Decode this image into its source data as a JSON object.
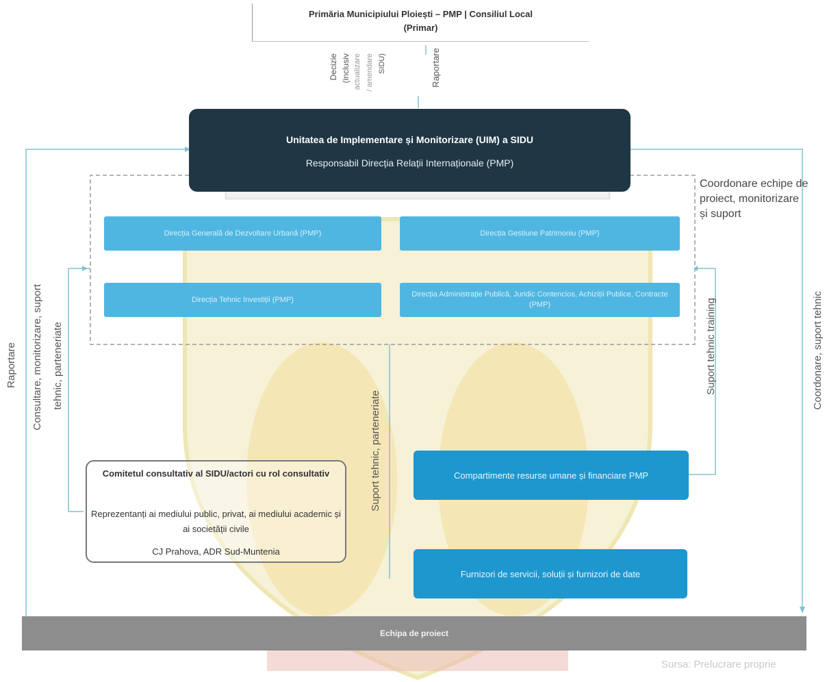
{
  "top": {
    "title_line1": "Primăria Municipiului Ploiești – PMP | Consiliul Local",
    "title_line2": "(Primar)"
  },
  "arrows": {
    "decizie": [
      "Decizie",
      "(inclusiv",
      "actualizare",
      "/ amendare",
      "SIDU)"
    ],
    "raportare_top": "Raportare",
    "raportare_left": "Raportare",
    "consultare_line1": "Consultare, monitorizare, suport",
    "consultare_line2": "tehnic, parteneriate",
    "suport_parteneriate": "Suport tehnic, parteneriate",
    "suport_training": "Suport tehnic   training",
    "coordonare_right": "Coordonare, suport tehnic"
  },
  "uim": {
    "title": "Unitatea de Implementare și Monitorizare (UIM) a SIDU",
    "subtitle": "Responsabil Direcția Relații Internaționale (PMP)"
  },
  "directions": [
    "Direcția Generală de Dezvoltare Urbană (PMP)",
    "Direcția Gestiune Patrimoniu (PMP)",
    "Direcția Tehnic Investiții (PMP)",
    "Direcția Administrație Publică, Juridic Contencios, Achiziții Publice, Contracte (PMP)"
  ],
  "right_label": "Coordonare echipe de proiect, monitorizare și suport",
  "committee": {
    "title": "Comitetul consultativ al SIDU/actori cu rol consultativ",
    "line2": "Reprezentanți ai mediului public, privat, ai mediului academic și ai societății civile",
    "line3": "CJ Prahova, ADR Sud-Muntenia"
  },
  "boxes": {
    "hr": "Compartimente resurse umane și financiare PMP",
    "suppliers": "Furnizori de servicii, soluții și furnizori de date"
  },
  "bottom": "Echipa de proiect",
  "source": "Sursa: Prelucrare proprie",
  "colors": {
    "uim": "#1f3745",
    "direction": "#4fb6e2",
    "blue_box": "#1e97cf",
    "bottom_bar": "#8d8d8d",
    "line": "#7ec3cf"
  }
}
